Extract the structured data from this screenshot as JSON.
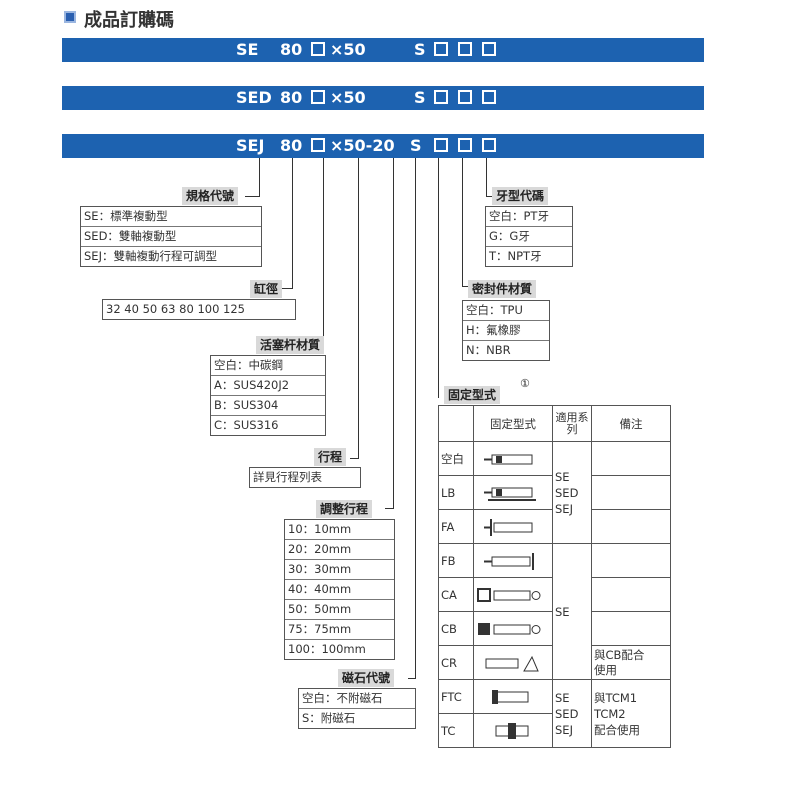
{
  "title": "成品訂購碼",
  "bars": [
    {
      "model": "SE",
      "bore": "80",
      "x": "×50",
      "s": "S"
    },
    {
      "model": "SED",
      "bore": "80",
      "x": "×50",
      "s": "S"
    },
    {
      "model": "SEJ",
      "bore": "80",
      "x": "×50-20",
      "s": "S"
    }
  ],
  "spec": {
    "header": "規格代號",
    "items": [
      "SE：標準複動型",
      "SED：雙軸複動型",
      "SEJ：雙軸複動行程可調型"
    ]
  },
  "bore": {
    "header": "缸徑",
    "values": "32  40  50  63  80  100  125"
  },
  "rod": {
    "header": "活塞杆材質",
    "items": [
      "空白：中碳鋼",
      "A：SUS420J2",
      "B：SUS304",
      "C：SUS316"
    ]
  },
  "stroke": {
    "header": "行程",
    "items": [
      "詳見行程列表"
    ]
  },
  "adjust": {
    "header": "調整行程",
    "items": [
      "10：10mm",
      "20：20mm",
      "30：30mm",
      "40：40mm",
      "50：50mm",
      "75：75mm",
      "100：100mm"
    ]
  },
  "magnet": {
    "header": "磁石代號",
    "items": [
      "空白：不附磁石",
      "S：附磁石"
    ]
  },
  "thread": {
    "header": "牙型代碼",
    "items": [
      "空白：PT牙",
      "G：G牙",
      "T：NPT牙"
    ]
  },
  "seal": {
    "header": "密封件材質",
    "items": [
      "空白：TPU",
      "H：氟橡膠",
      "N：NBR"
    ]
  },
  "mount": {
    "header": "固定型式",
    "note_mark": "①",
    "col_type": "固定型式",
    "col_series": "適用系列",
    "col_remark": "備注",
    "rows": [
      {
        "code": "空白",
        "icon": "basic-cylinder-icon"
      },
      {
        "code": "LB",
        "icon": "foot-mount-icon"
      },
      {
        "code": "FA",
        "icon": "front-flange-icon"
      },
      {
        "code": "FB",
        "icon": "rear-flange-icon"
      },
      {
        "code": "CA",
        "icon": "single-clevis-icon"
      },
      {
        "code": "CB",
        "icon": "double-clevis-icon"
      },
      {
        "code": "CR",
        "icon": "clevis-bracket-icon"
      },
      {
        "code": "FTC",
        "icon": "front-trunnion-icon"
      },
      {
        "code": "TC",
        "icon": "center-trunnion-icon"
      }
    ],
    "series_group1": [
      "SE",
      "SED",
      "SEJ"
    ],
    "series_group2": "SE",
    "series_group3": [
      "SE",
      "SED",
      "SEJ"
    ],
    "remark_cr": [
      "與CB配合",
      "使用"
    ],
    "remark_tc": [
      "與TCM1",
      "TCM2",
      "配合使用"
    ]
  }
}
